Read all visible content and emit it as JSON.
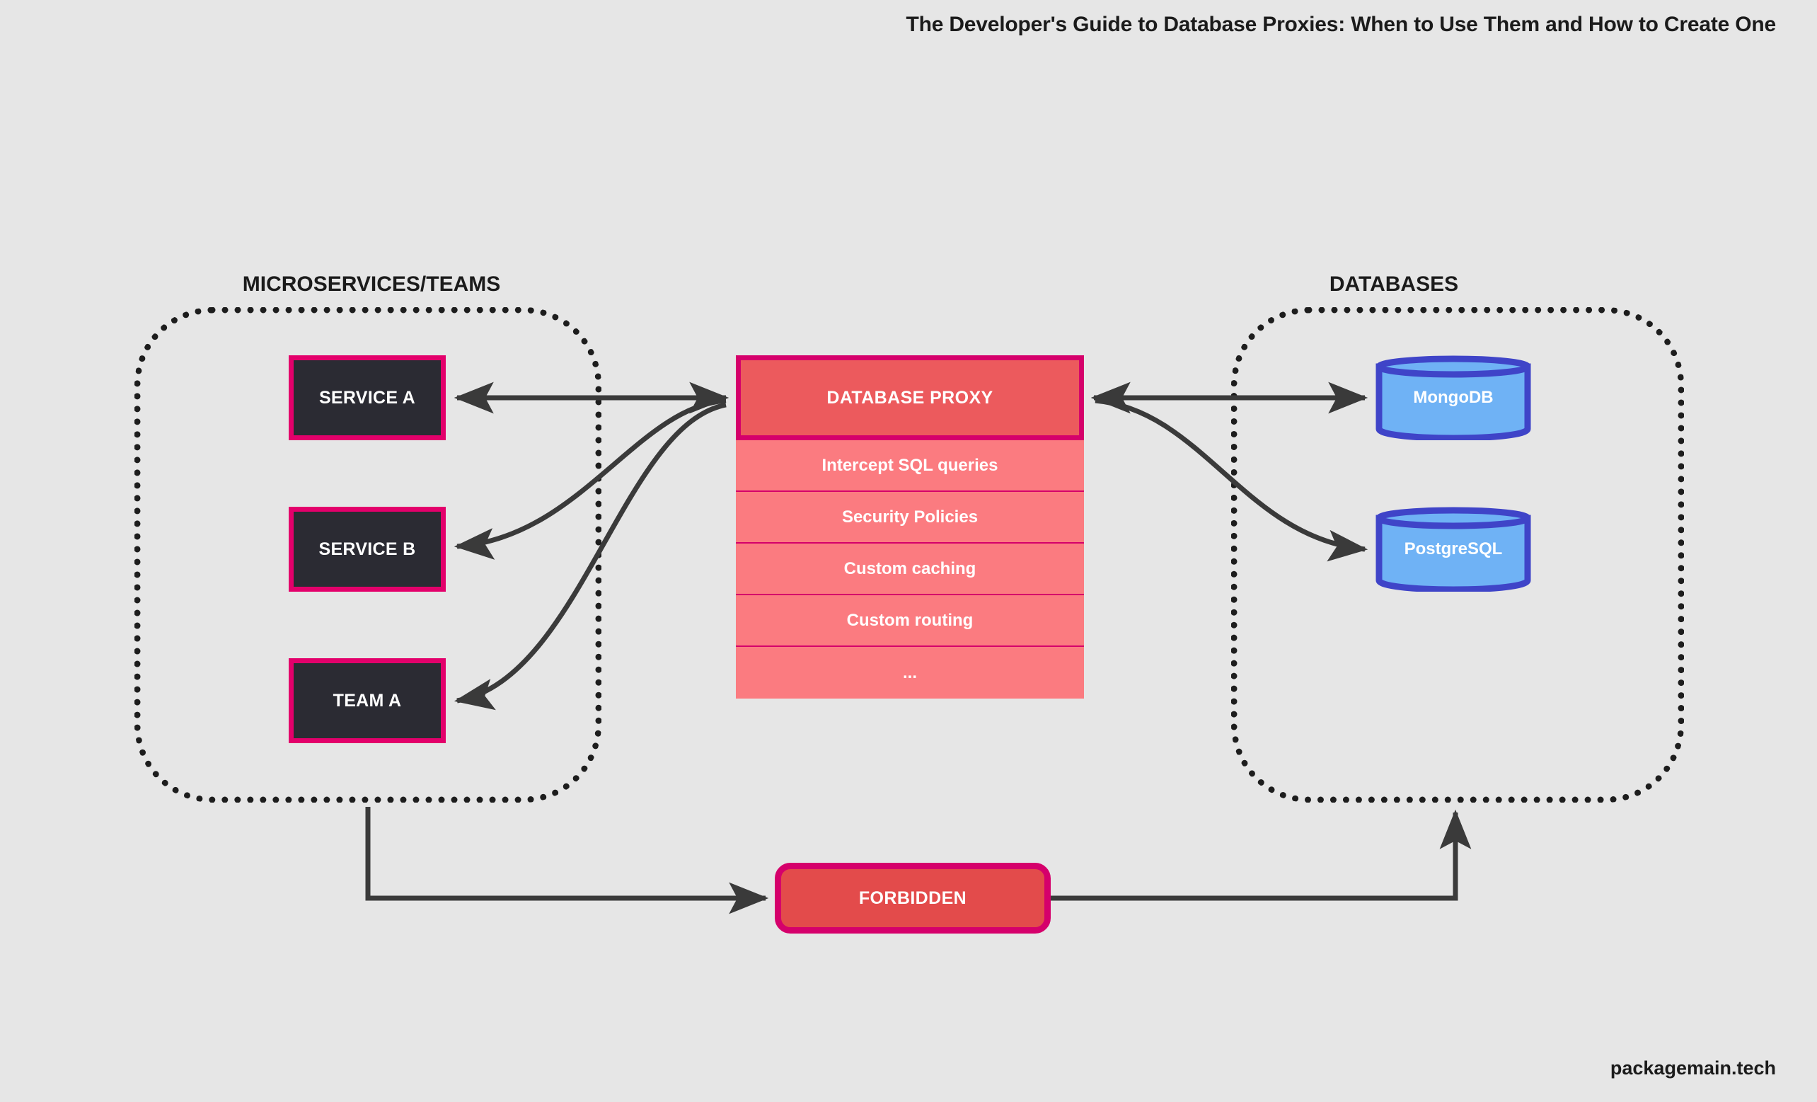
{
  "page": {
    "title": "The Developer's Guide to Database Proxies: When to Use Them and How to Create One",
    "watermark": "packagemain.tech",
    "background_color": "#e6e6e6"
  },
  "groups": {
    "microservices": {
      "label": "MICROSERVICES/TEAMS"
    },
    "databases": {
      "label": "DATABASES"
    }
  },
  "clients": [
    {
      "label": "SERVICE A"
    },
    {
      "label": "SERVICE B"
    },
    {
      "label": "TEAM A"
    }
  ],
  "proxy": {
    "header": "DATABASE PROXY",
    "features": [
      "Intercept SQL queries",
      "Security Policies",
      "Custom caching",
      "Custom routing",
      "..."
    ],
    "colors": {
      "header_fill": "#ec5a5d",
      "header_border": "#d5006b",
      "feature_fill": "#fb7b80",
      "divider": "#d5006b"
    }
  },
  "databases": [
    {
      "label": "MongoDB"
    },
    {
      "label": "PostgreSQL"
    }
  ],
  "forbidden": {
    "label": "FORBIDDEN",
    "fill": "#e34b4b",
    "border": "#d5006b"
  },
  "colors": {
    "client_fill": "#2b2b33",
    "client_border": "#e3006b",
    "db_fill": "#6fb2f5",
    "db_border": "#3f44c8",
    "connector": "#3a3a3a",
    "boundary": "#1d1d1d"
  }
}
